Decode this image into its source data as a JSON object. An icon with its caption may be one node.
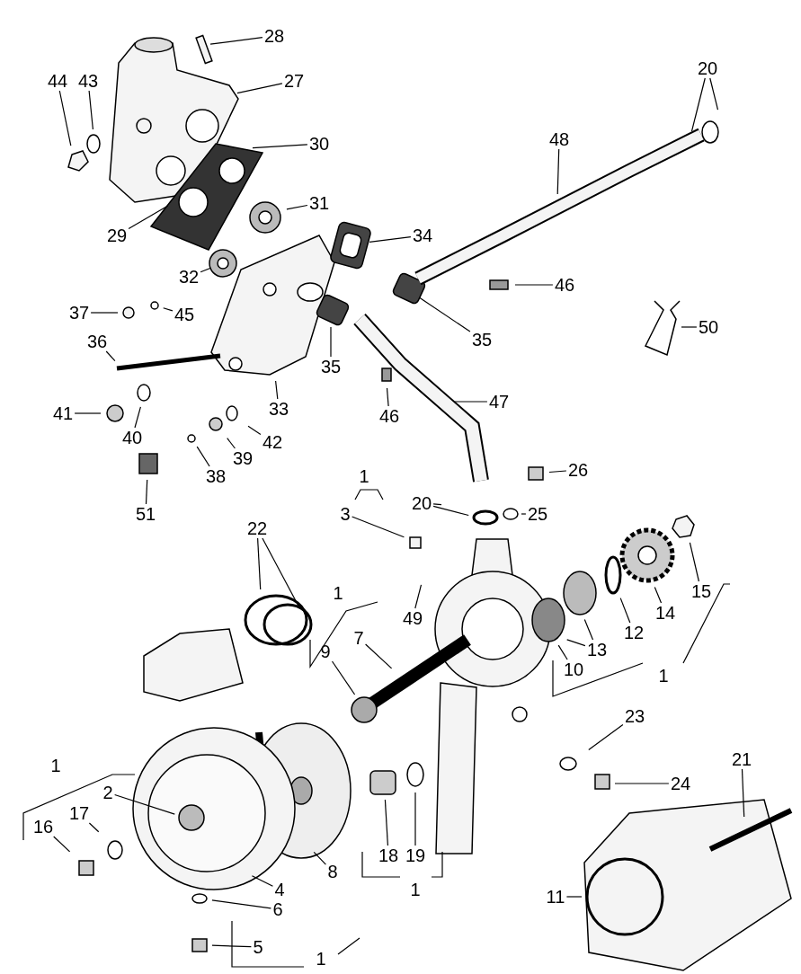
{
  "diagram": {
    "nodes": [
      {
        "text": [
          "28"
        ]
      },
      {
        "text": [
          "20"
        ]
      },
      {
        "text": [
          "44"
        ]
      },
      {
        "text": [
          "43"
        ]
      },
      {
        "text": [
          "27"
        ]
      },
      {
        "text": [
          "48"
        ]
      },
      {
        "text": [
          "30"
        ]
      },
      {
        "text": [
          "31"
        ]
      },
      {
        "text": [
          "29"
        ]
      },
      {
        "text": [
          "34"
        ]
      },
      {
        "text": [
          "32"
        ]
      },
      {
        "text": [
          "46"
        ]
      },
      {
        "text": [
          "37"
        ]
      },
      {
        "text": [
          "45"
        ]
      },
      {
        "text": [
          "50"
        ]
      },
      {
        "text": [
          "35"
        ]
      },
      {
        "text": [
          "36"
        ]
      },
      {
        "text": [
          "35"
        ]
      },
      {
        "text": [
          "47"
        ]
      },
      {
        "text": [
          "46"
        ]
      },
      {
        "text": [
          "33"
        ]
      },
      {
        "text": [
          "41"
        ]
      },
      {
        "text": [
          "40"
        ]
      },
      {
        "text": [
          "42"
        ]
      },
      {
        "text": [
          "39"
        ]
      },
      {
        "text": [
          "38"
        ]
      },
      {
        "text": [
          "51"
        ]
      },
      {
        "text": [
          "26"
        ]
      },
      {
        "text": [
          "20"
        ]
      },
      {
        "text": [
          "25"
        ]
      },
      {
        "text": [
          "3"
        ]
      },
      {
        "text": [
          "22"
        ]
      },
      {
        "text": [
          "15"
        ]
      },
      {
        "text": [
          "14"
        ]
      },
      {
        "text": [
          "49"
        ]
      },
      {
        "text": [
          "12"
        ]
      },
      {
        "text": [
          "9"
        ]
      },
      {
        "text": [
          "7"
        ]
      },
      {
        "text": [
          "13"
        ]
      },
      {
        "text": [
          "10"
        ]
      },
      {
        "text": [
          "23"
        ]
      },
      {
        "text": [
          "21"
        ]
      },
      {
        "text": [
          "2"
        ]
      },
      {
        "text": [
          "24"
        ]
      },
      {
        "text": [
          "17"
        ]
      },
      {
        "text": [
          "16"
        ]
      },
      {
        "text": [
          "18"
        ]
      },
      {
        "text": [
          "19"
        ]
      },
      {
        "text": [
          "4"
        ]
      },
      {
        "text": [
          "8"
        ]
      },
      {
        "text": [
          "11"
        ]
      },
      {
        "text": [
          "6"
        ]
      },
      {
        "text": [
          "5"
        ]
      }
    ],
    "edges": [
      {
        "from": 0,
        "to": null,
        "arrow": "none"
      },
      {
        "from": 1,
        "to": null,
        "arrow": "none"
      },
      {
        "from": 1,
        "to": null,
        "arrow": "none"
      },
      {
        "from": 2,
        "to": null,
        "arrow": "none"
      },
      {
        "from": 3,
        "to": null,
        "arrow": "none"
      },
      {
        "from": 4,
        "to": null,
        "arrow": "none"
      },
      {
        "from": 5,
        "to": null,
        "arrow": "none"
      },
      {
        "from": 6,
        "to": null,
        "arrow": "none"
      },
      {
        "from": 7,
        "to": null,
        "arrow": "none"
      },
      {
        "from": 8,
        "to": null,
        "arrow": "none"
      },
      {
        "from": 9,
        "to": null,
        "arrow": "none"
      },
      {
        "from": 10,
        "to": null,
        "arrow": "none"
      },
      {
        "from": 11,
        "to": null,
        "arrow": "none"
      },
      {
        "from": 12,
        "to": null,
        "arrow": "none"
      },
      {
        "from": 13,
        "to": null,
        "arrow": "none"
      },
      {
        "from": 14,
        "to": null,
        "arrow": "none"
      },
      {
        "from": 15,
        "to": null,
        "arrow": "none"
      },
      {
        "from": 16,
        "to": null,
        "arrow": "none"
      },
      {
        "from": 17,
        "to": null,
        "arrow": "none"
      },
      {
        "from": 18,
        "to": null,
        "arrow": "none"
      },
      {
        "from": 19,
        "to": null,
        "arrow": "none"
      },
      {
        "from": 20,
        "to": null,
        "arrow": "none"
      },
      {
        "from": 21,
        "to": null,
        "arrow": "none"
      },
      {
        "from": 22,
        "to": null,
        "arrow": "none"
      },
      {
        "from": 23,
        "to": null,
        "arrow": "none"
      },
      {
        "from": 24,
        "to": null,
        "arrow": "none"
      },
      {
        "from": 25,
        "to": null,
        "arrow": "none"
      },
      {
        "from": 26,
        "to": null,
        "arrow": "none"
      },
      {
        "from": 27,
        "to": null,
        "arrow": "none"
      },
      {
        "from": 28,
        "to": null,
        "arrow": "none"
      },
      {
        "from": 28,
        "to": null,
        "arrow": "none"
      },
      {
        "from": 29,
        "to": null,
        "arrow": "none"
      },
      {
        "from": 30,
        "to": null,
        "arrow": "none"
      },
      {
        "from": 31,
        "to": null,
        "arrow": "none"
      },
      {
        "from": 31,
        "to": null,
        "arrow": "none"
      },
      {
        "from": 32,
        "to": null,
        "arrow": "none"
      },
      {
        "from": 33,
        "to": null,
        "arrow": "none"
      },
      {
        "from": 34,
        "to": null,
        "arrow": "none"
      },
      {
        "from": 35,
        "to": null,
        "arrow": "none"
      },
      {
        "from": 36,
        "to": null,
        "arrow": "none"
      },
      {
        "from": 37,
        "to": null,
        "arrow": "none"
      },
      {
        "from": 38,
        "to": null,
        "arrow": "none"
      },
      {
        "from": 38,
        "to": null,
        "arrow": "none"
      },
      {
        "from": 39,
        "to": null,
        "arrow": "none"
      },
      {
        "from": 40,
        "to": null,
        "arrow": "none"
      },
      {
        "from": 41,
        "to": null,
        "arrow": "none"
      },
      {
        "from": 42,
        "to": null,
        "arrow": "none"
      },
      {
        "from": 43,
        "to": null,
        "arrow": "none"
      },
      {
        "from": 44,
        "to": null,
        "arrow": "none"
      },
      {
        "from": 45,
        "to": null,
        "arrow": "none"
      },
      {
        "from": 46,
        "to": null,
        "arrow": "none"
      },
      {
        "from": 47,
        "to": null,
        "arrow": "none"
      },
      {
        "from": 48,
        "to": null,
        "arrow": "none"
      },
      {
        "from": 49,
        "to": null,
        "arrow": "none"
      },
      {
        "from": 50,
        "to": null,
        "arrow": "none"
      },
      {
        "from": 51,
        "to": null,
        "arrow": "none"
      },
      {
        "from": 52,
        "to": null,
        "arrow": "none"
      }
    ],
    "labels": [
      "1",
      "1",
      "1",
      "1",
      "1",
      "1"
    ]
  }
}
